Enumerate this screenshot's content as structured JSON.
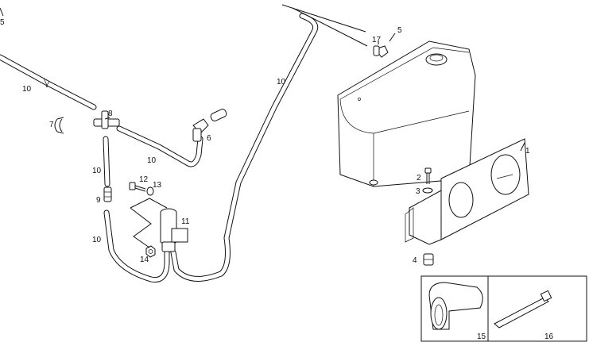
{
  "diagram": {
    "callouts": {
      "c5_edge": "5",
      "c5": "5",
      "c17": "17",
      "c1": "1",
      "c2": "2",
      "c3": "3",
      "c4": "4",
      "c6": "6",
      "c7": "7",
      "c8": "8",
      "c9": "9",
      "c10_a": "10",
      "c10_b": "10",
      "c10_c": "10",
      "c10_d": "10",
      "c10_e": "10",
      "c11": "11",
      "c12": "12",
      "c13": "13",
      "c14": "14",
      "c15": "15",
      "c16": "16"
    }
  }
}
